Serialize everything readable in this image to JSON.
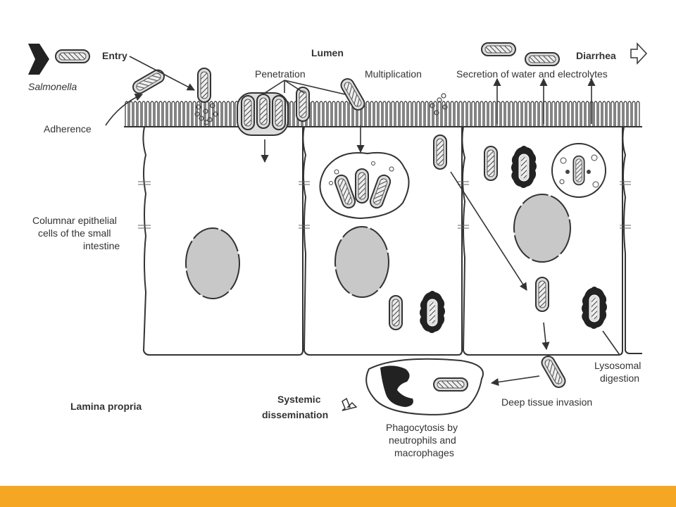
{
  "labels": {
    "entry": "Entry",
    "salmonella": "Salmonella",
    "lumen": "Lumen",
    "diarrhea": "Diarrhea",
    "penetration": "Penetration",
    "multiplication": "Multiplication",
    "secretion": "Secretion of water and electrolytes",
    "adherence": "Adherence",
    "columnar_1": "Columnar epithelial",
    "columnar_2": "cells of the small",
    "columnar_3": "intestine",
    "lysosomal_1": "Lysosomal",
    "lysosomal_2": "digestion",
    "deep_tissue": "Deep tissue invasion",
    "systemic_1": "Systemic",
    "systemic_2": "dissemination",
    "lamina_propria": "Lamina propria",
    "phago_1": "Phagocytosis by",
    "phago_2": "neutrophils and",
    "phago_3": "macrophages"
  },
  "colors": {
    "accent_bar": "#f5a623",
    "line": "#333333",
    "nucleus": "#c8c8c8",
    "dark": "#222222"
  }
}
